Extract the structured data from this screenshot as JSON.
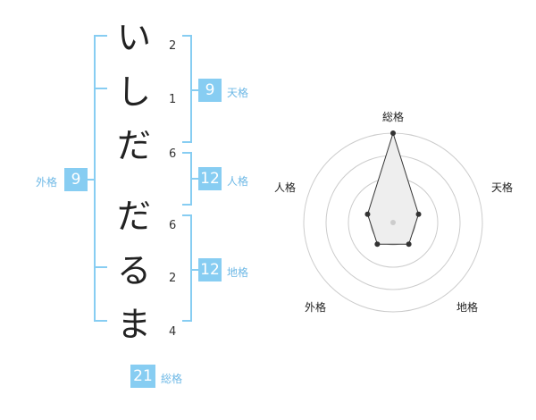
{
  "name": {
    "characters": [
      {
        "char": "い",
        "strokes": "2"
      },
      {
        "char": "し",
        "strokes": "1"
      },
      {
        "char": "だ",
        "strokes": "6"
      },
      {
        "char": "だ",
        "strokes": "6"
      },
      {
        "char": "る",
        "strokes": "2"
      },
      {
        "char": "ま",
        "strokes": "4"
      }
    ]
  },
  "kaku": {
    "tenkaku": {
      "value": "9",
      "label": "天格"
    },
    "jinkaku": {
      "value": "12",
      "label": "人格"
    },
    "chikaku": {
      "value": "12",
      "label": "地格"
    },
    "gaikaku": {
      "value": "9",
      "label": "外格"
    },
    "soukaku": {
      "value": "21",
      "label": "総格"
    }
  },
  "radar": {
    "axes": [
      "総格",
      "天格",
      "地格",
      "外格",
      "人格"
    ],
    "values": [
      1.0,
      0.3,
      0.3,
      0.3,
      0.3
    ],
    "rings": 4,
    "colors": {
      "ring": "#cccccc",
      "fill": "#eeeeee",
      "line": "#333333",
      "point": "#333333",
      "center": "#cccccc"
    }
  },
  "colors": {
    "bracket": "#87cdf2",
    "badge": "#87cdf2"
  }
}
